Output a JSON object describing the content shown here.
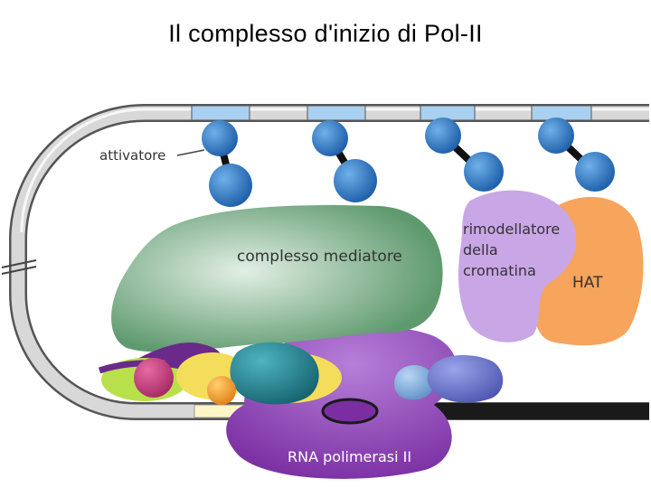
{
  "title": "Il complesso d'inizio di Pol-II",
  "labels": {
    "activator": "attivatore",
    "mediator": "complesso mediatore",
    "remodeler_line1": "rimodellatore",
    "remodeler_line2": "della",
    "remodeler_line3": "cromatina",
    "hat": "HAT",
    "polymerase": "RNA polimerasi II"
  },
  "colors": {
    "dna_tube": "#c8c8c8",
    "dna_outline": "#555555",
    "dna_highlight": "#a9d0f0",
    "activator": "#2e7dc8",
    "mediator": "#5f9a6f",
    "remodeler": "#c9a6e6",
    "hat": "#f7a45c",
    "polymerase": "#8a3fb0",
    "teal_factor": "#1f7f8e",
    "yellow_factor": "#f4dd5a",
    "lime_factor": "#b8e04a",
    "magenta_factor": "#c83a7a",
    "orange_factor": "#f59a20",
    "light_blue_factor": "#7aa8d8",
    "blue_violet_factor": "#6670c8"
  }
}
